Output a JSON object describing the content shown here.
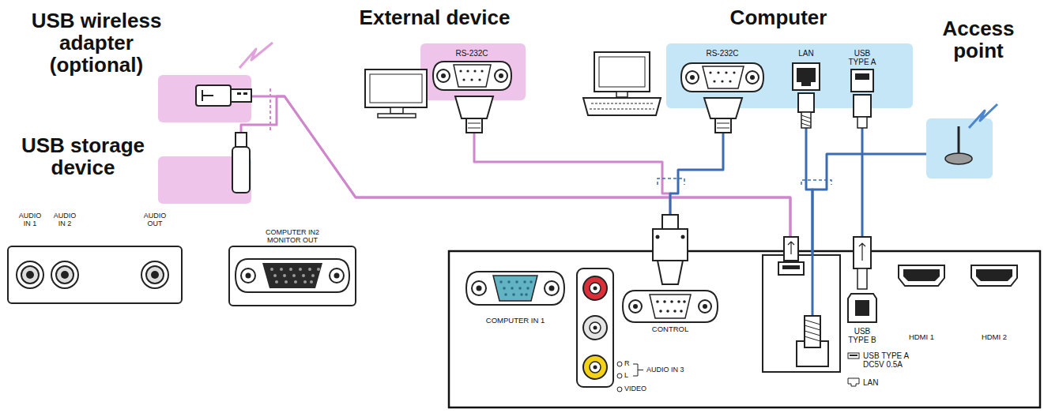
{
  "diagram": {
    "nodes": [
      {
        "text": [
          "USB wireless adapter (optional)"
        ]
      },
      {
        "text": [
          "External device"
        ]
      },
      {
        "text": [
          "RS-232C"
        ],
        "in": 1
      },
      {
        "text": [
          "Computer"
        ]
      },
      {
        "text": [
          "RS-232C"
        ],
        "in": 3
      },
      {
        "text": [
          "LAN"
        ],
        "in": 3
      },
      {
        "text": [
          "USB TYPE A"
        ],
        "in": 3
      },
      {
        "text": [
          "Access point"
        ]
      },
      {
        "text": [
          "USB storage device"
        ]
      },
      {
        "text": [
          "CONTROL"
        ]
      },
      {
        "text": [
          "USB TYPE A DC5V 0.5A",
          "LAN"
        ]
      },
      {
        "text": [
          "USB TYPE B"
        ]
      }
    ],
    "edges": [
      {
        "from": 0,
        "to": 10,
        "arrow": "none"
      },
      {
        "from": 8,
        "to": 10,
        "arrow": "none"
      },
      {
        "from": 2,
        "to": 9,
        "arrow": "none"
      },
      {
        "from": 4,
        "to": 9,
        "arrow": "none"
      },
      {
        "from": 5,
        "to": 10,
        "arrow": "none"
      },
      {
        "from": 7,
        "to": 10,
        "arrow": "none"
      },
      {
        "from": 6,
        "to": 11,
        "arrow": "none"
      }
    ],
    "labels": [
      "AUDIO IN 1",
      "AUDIO IN 2",
      "AUDIO OUT",
      "COMPUTER IN2 MONITOR OUT",
      "COMPUTER IN 1",
      "R",
      "L",
      "AUDIO IN 3",
      "VIDEO",
      "HDMI 1",
      "HDMI 2"
    ]
  }
}
